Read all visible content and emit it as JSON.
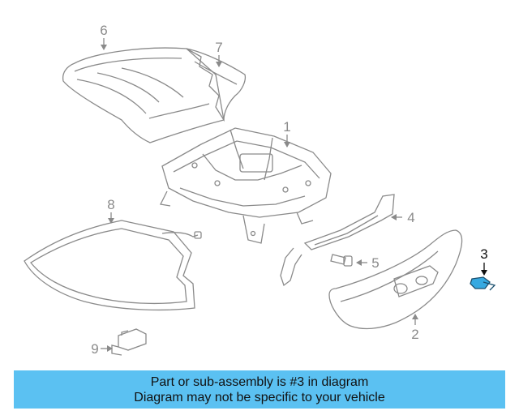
{
  "callouts": {
    "c1": "1",
    "c2": "2",
    "c3": "3",
    "c4": "4",
    "c5": "5",
    "c6": "6",
    "c7": "7",
    "c8": "8",
    "c9": "9"
  },
  "banner": {
    "line1": "Part or sub-assembly is #3 in diagram",
    "line2": "Diagram may not be specific to your vehicle"
  },
  "colors": {
    "banner_background": "#5bc1f2",
    "highlight_part": "#36a9e1",
    "line_art": "#8a8a8a",
    "highlight_label": "#111111"
  }
}
